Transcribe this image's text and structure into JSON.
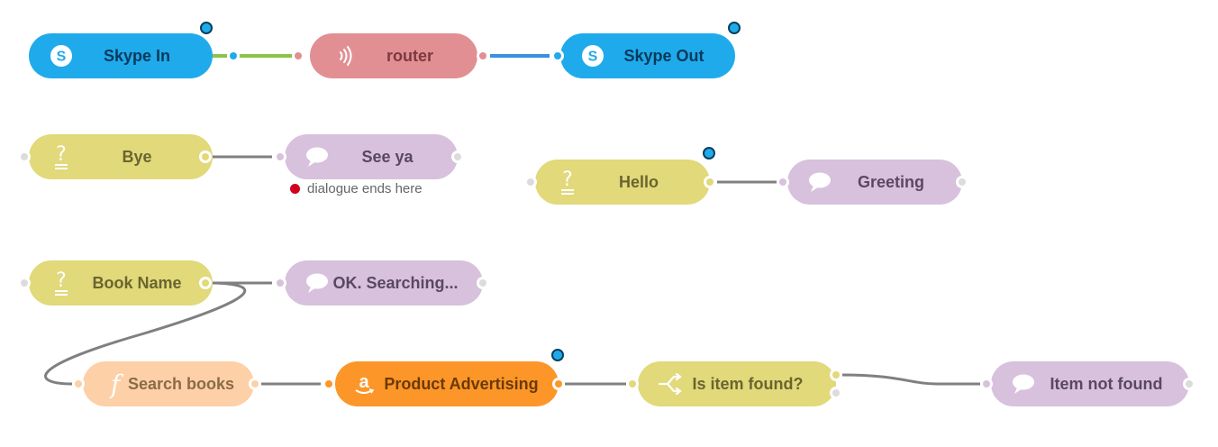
{
  "nodes": {
    "skype_in": {
      "label": "Skype In",
      "icon": "skype-icon"
    },
    "router": {
      "label": "router",
      "icon": "signal-waves-icon"
    },
    "skype_out": {
      "label": "Skype Out",
      "icon": "skype-icon"
    },
    "bye": {
      "label": "Bye",
      "icon": "question-intent-icon"
    },
    "see_ya": {
      "label": "See ya",
      "icon": "speech-bubble-icon"
    },
    "hello": {
      "label": "Hello",
      "icon": "question-intent-icon"
    },
    "greeting": {
      "label": "Greeting",
      "icon": "speech-bubble-icon"
    },
    "book_name": {
      "label": "Book Name",
      "icon": "question-intent-icon"
    },
    "ok_searching": {
      "label": "OK. Searching...",
      "icon": "speech-bubble-icon"
    },
    "search_books": {
      "label": "Search books",
      "icon": "function-icon"
    },
    "product_advertising": {
      "label": "Product Advertising",
      "icon": "amazon-icon"
    },
    "is_item_found": {
      "label": "Is item found?",
      "icon": "switch-icon"
    },
    "item_not_found": {
      "label": "Item not found",
      "icon": "speech-bubble-icon"
    }
  },
  "annotations": {
    "see_ya_note": "dialogue ends here"
  },
  "colors": {
    "skype": "#1fabeb",
    "router": "#e28f94",
    "intent": "#e1d97a",
    "message": "#d7c1dc",
    "function": "#fdd0a7",
    "amazon": "#fd9628",
    "edge_default": "#808080",
    "edge_skype_in": "#8cc34a",
    "edge_router_out": "#3a90e0",
    "end_marker": "#d0021b"
  }
}
